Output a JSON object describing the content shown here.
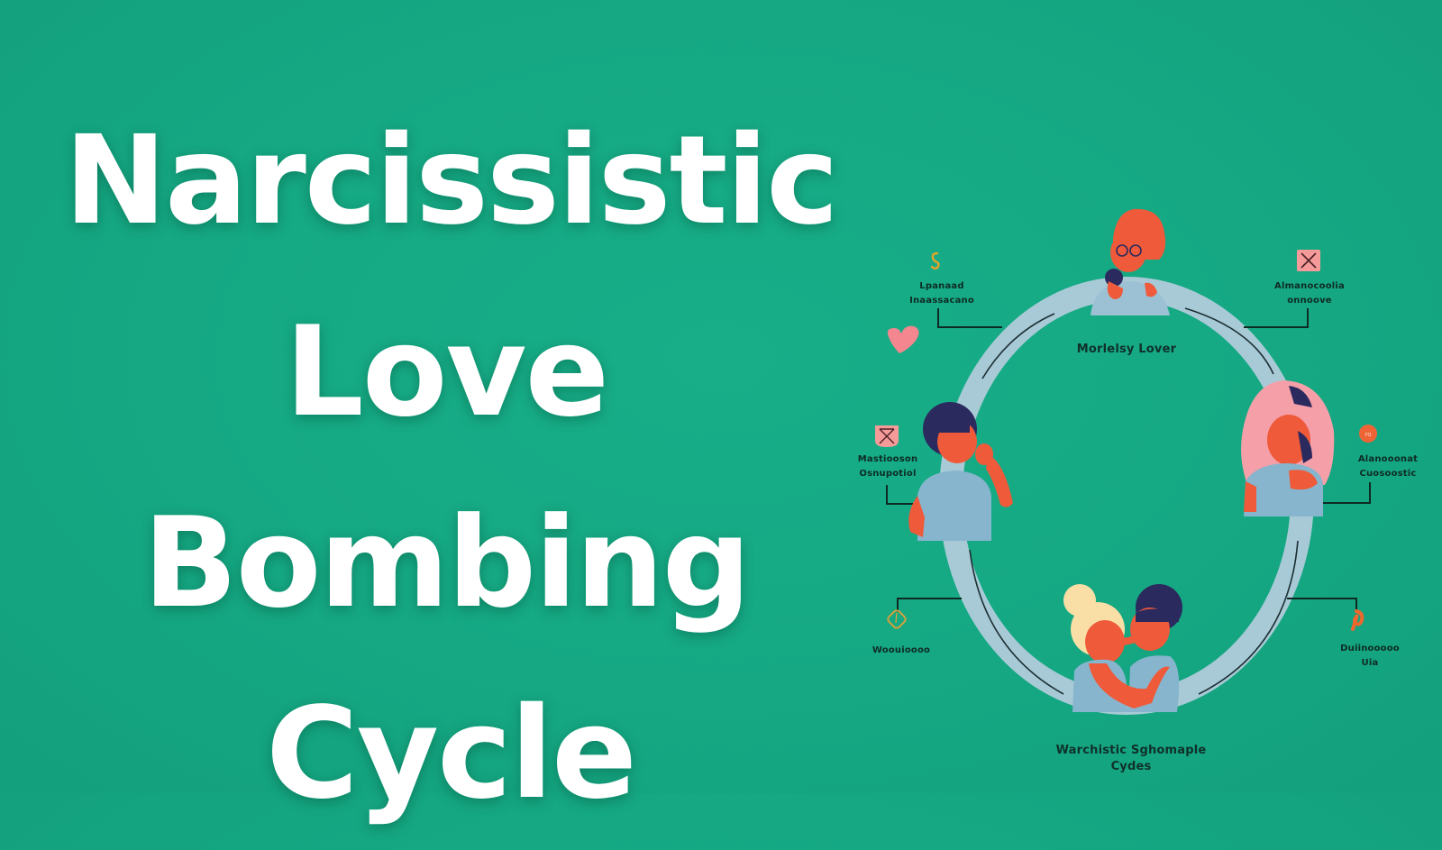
{
  "title": {
    "lines": [
      "Narcissistic",
      "Love Bombing",
      "Cycle"
    ]
  },
  "diagram": {
    "center_label": "Morlelsy Lover",
    "bottom_label_lines": [
      "Warchistic Sghomaple",
      "Cydes"
    ],
    "stages": [
      {
        "position": "top-left",
        "icon": "hook-icon",
        "lines": [
          "Lpanaad",
          "Inaassacano"
        ]
      },
      {
        "position": "top-right",
        "icon": "x-box-icon",
        "lines": [
          "Almanocoolia",
          "onnoove"
        ]
      },
      {
        "position": "middle-left",
        "icon": "x-box-icon",
        "lines": [
          "Mastiooson",
          "Osnupotiol"
        ]
      },
      {
        "position": "middle-right",
        "icon": "orange-circle-icon",
        "lines": [
          "Alanooonat",
          "Cuosoostic"
        ]
      },
      {
        "position": "bottom-left",
        "icon": "diamond-ring-icon",
        "lines": [
          "Woouioooo"
        ]
      },
      {
        "position": "bottom-right",
        "icon": "orange-ribbon-icon",
        "lines": [
          "Duiinooooo",
          "Uia"
        ]
      }
    ],
    "figures": [
      {
        "position": "top",
        "description": "woman with red hair and glasses holding phone"
      },
      {
        "position": "left",
        "description": "man with dark hair, hand to mouth"
      },
      {
        "position": "right",
        "description": "woman with pink hair, hand to face"
      },
      {
        "position": "bottom",
        "description": "embracing couple"
      }
    ],
    "decoration": {
      "heart_color": "#f4868f"
    }
  },
  "colors": {
    "background": "#15a883",
    "ring": "#a8cad6",
    "skin": "#ef5a3a",
    "shirt": "#86b5cd",
    "dark_hair": "#2b2a5e",
    "title_text": "#ffffff"
  }
}
